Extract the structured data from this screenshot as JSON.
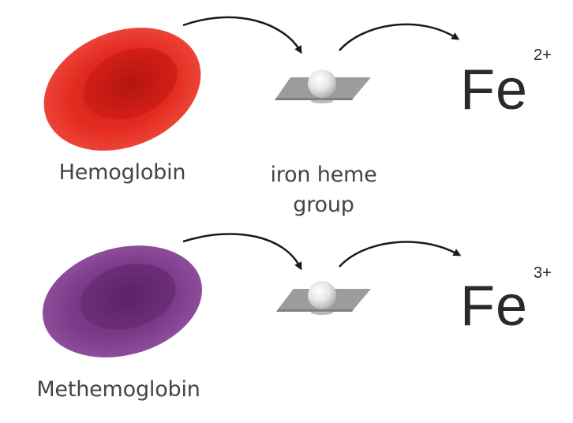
{
  "labels": {
    "hemoglobin": "Hemoglobin",
    "iron_heme_line1": "iron heme",
    "iron_heme_line2": "group",
    "methemoglobin": "Methemoglobin"
  },
  "ions": {
    "top": {
      "symbol": "Fe",
      "charge": "2+"
    },
    "bottom": {
      "symbol": "Fe",
      "charge": "3+"
    }
  },
  "colors": {
    "hemoglobin_cell": "#e02a22",
    "methemoglobin_cell": "#7b3a86",
    "heme_plate": "#9a9a9a",
    "iron_ball": "#e8e8e8",
    "arrows": "#1a1a1a",
    "text": "#444444"
  }
}
